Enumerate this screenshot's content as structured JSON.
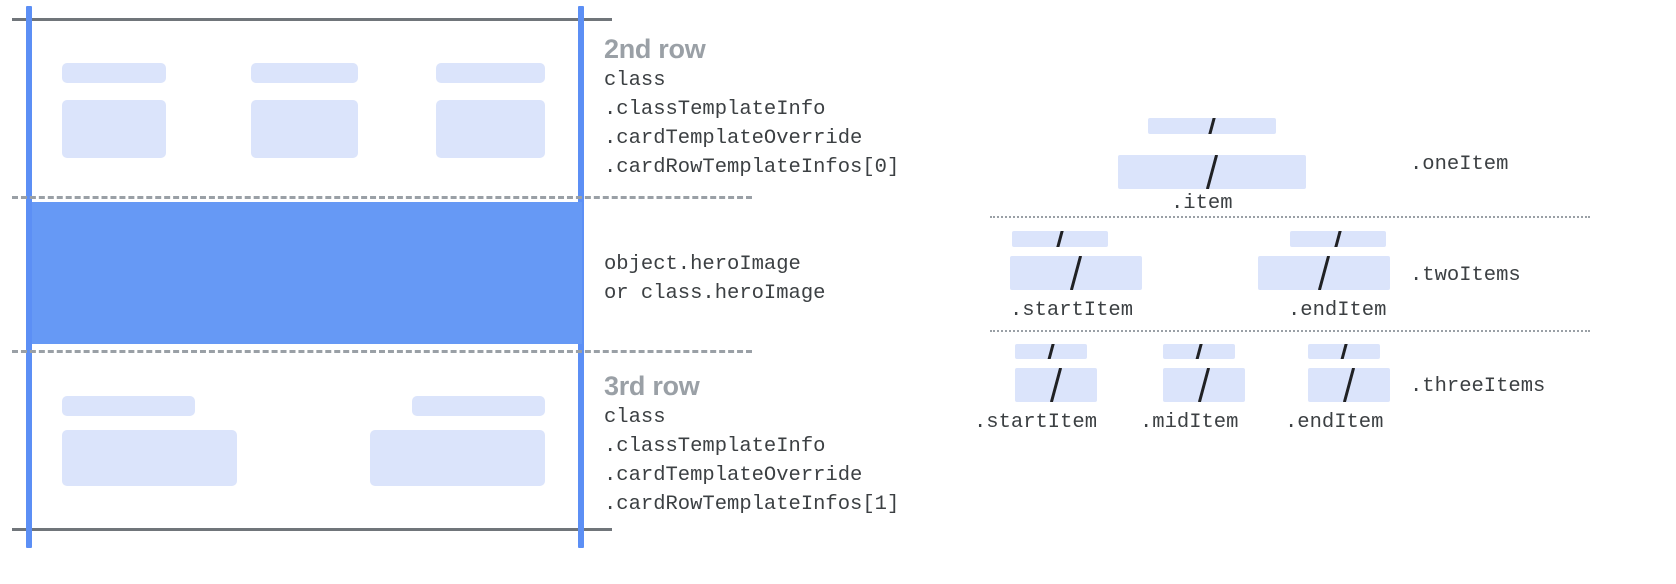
{
  "left_panel": {
    "rows": [
      {
        "title": "2nd row",
        "code": [
          "class",
          ".classTemplateInfo",
          ".cardTemplateOverride",
          ".cardRowTemplateInfos[0]"
        ]
      },
      {
        "title": "3rd row",
        "code": [
          "class",
          ".classTemplateInfo",
          ".cardTemplateOverride",
          ".cardRowTemplateInfos[1]"
        ]
      }
    ],
    "hero": {
      "line1": "object.heroImage",
      "line2": "or class.heroImage"
    }
  },
  "right_panel": {
    "groups": [
      {
        "group_label": ".oneItem",
        "item_labels": [
          ".item"
        ]
      },
      {
        "group_label": ".twoItems",
        "item_labels": [
          ".startItem",
          ".endItem"
        ]
      },
      {
        "group_label": ".threeItems",
        "item_labels": [
          ".startItem",
          ".midItem",
          ".endItem"
        ]
      }
    ]
  },
  "colors": {
    "placeholder": "#dbe4fb",
    "hero": "#6699f5",
    "guide": "#5c8ff5",
    "edge": "#70757a",
    "separator": "#9aa0a6",
    "title_text": "#9aa0a6",
    "code_text": "#3c4043",
    "slash": "#202124"
  }
}
